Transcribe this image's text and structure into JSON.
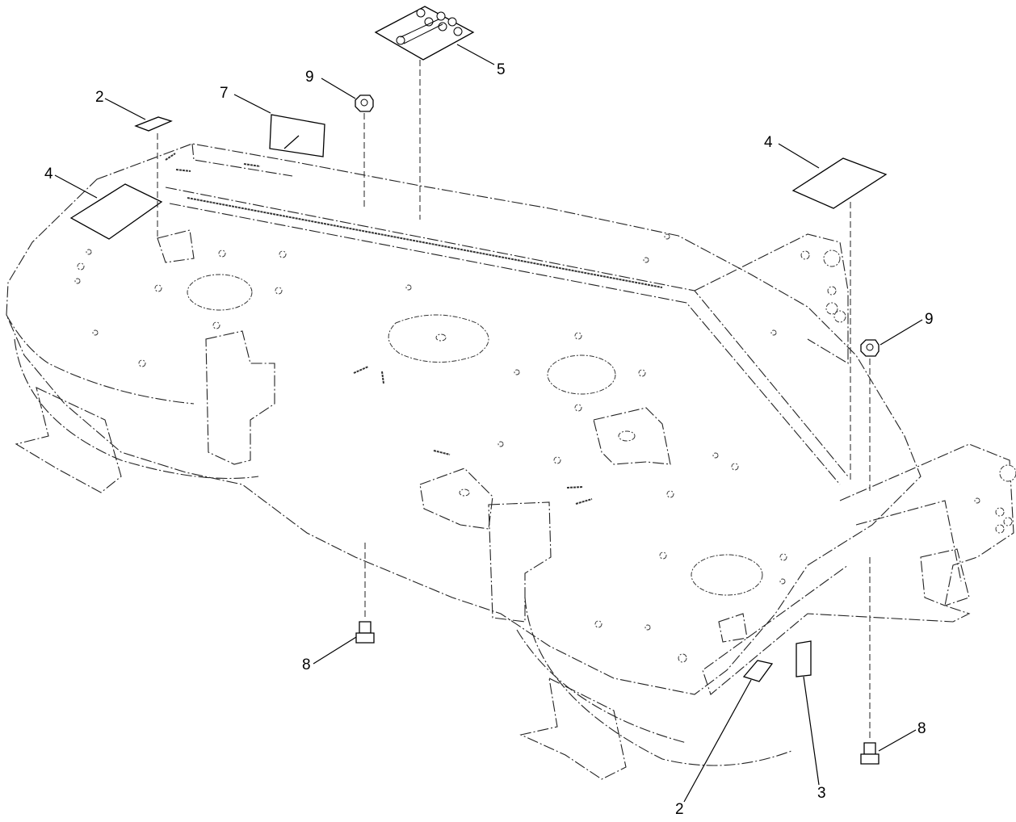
{
  "callouts": [
    {
      "id": "c2a",
      "label": "2"
    },
    {
      "id": "c7",
      "label": "7"
    },
    {
      "id": "c9a",
      "label": "9"
    },
    {
      "id": "c5",
      "label": "5"
    },
    {
      "id": "c4a",
      "label": "4"
    },
    {
      "id": "c4b",
      "label": "4"
    },
    {
      "id": "c9b",
      "label": "9"
    },
    {
      "id": "c8a",
      "label": "8"
    },
    {
      "id": "c8b",
      "label": "8"
    },
    {
      "id": "c2b",
      "label": "2"
    },
    {
      "id": "c3",
      "label": "3"
    }
  ]
}
